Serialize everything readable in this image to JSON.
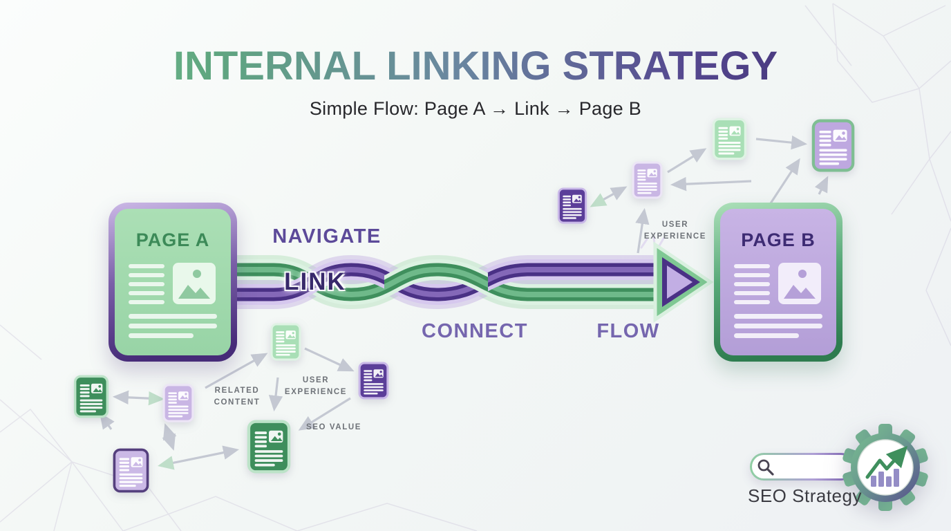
{
  "header": {
    "title": "INTERNAL LINKING STRATEGY",
    "subtitle": "Simple Flow: Page A → Link → Page B"
  },
  "flow": {
    "navigate": "NAVIGATE",
    "link": "LINK",
    "connect": "CONNECT",
    "flow": "FLOW"
  },
  "pages": {
    "page_a": "PAGE A",
    "page_b": "PAGE B"
  },
  "annotations": {
    "user_experience_top": "USER EXPERIENCE",
    "related_content": "RELATED CONTENT",
    "user_experience_bottom": "USER EXPERIENCE",
    "seo_value": "SEO VALUE"
  },
  "branding": {
    "label": "SEO Strategy"
  },
  "colors": {
    "green_ribbon": "#3f8f5d",
    "purple_ribbon": "#4a3185",
    "green_card": "#a9dfb6",
    "lavender_card": "#c9b6e4",
    "title_gradient_start": "#84cf9e",
    "title_gradient_end": "#372468",
    "annotation_gray": "#6e7278"
  }
}
